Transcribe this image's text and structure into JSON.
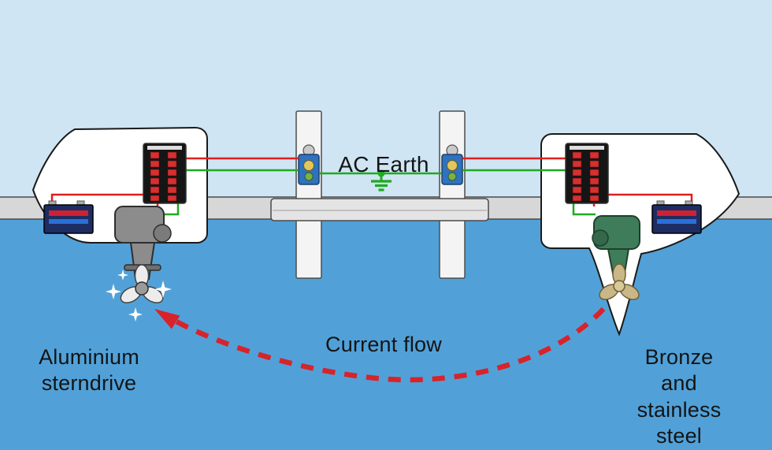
{
  "labels": {
    "ac_earth": "AC Earth",
    "current_flow": "Current flow",
    "aluminium_sterndrive": "Aluminium\nsterndrive",
    "bronze_stainless": "Bronze and\nstainless steel"
  },
  "colors": {
    "sky": "#cfe5f4",
    "water": "#51a1d8",
    "dock_gray": "#d7d7d7",
    "piling": "#f4f4f4",
    "hull_white": "#ffffff",
    "outline": "#1a1a1a",
    "wire_live_red": "#e01f1f",
    "wire_earth_green": "#1faa1f",
    "arrow_red": "#d8232a",
    "pedestal_blue": "#2f72bd",
    "battery_navy": "#1d2d63",
    "battery_stripe_red": "#cc2233",
    "battery_stripe_blue": "#2a6fd6",
    "panel_black": "#151515",
    "switch_red": "#d63030",
    "drive_gray": "#8c8c8c",
    "drive_green": "#3f7d5a",
    "prop_bronze": "#c9b787"
  }
}
